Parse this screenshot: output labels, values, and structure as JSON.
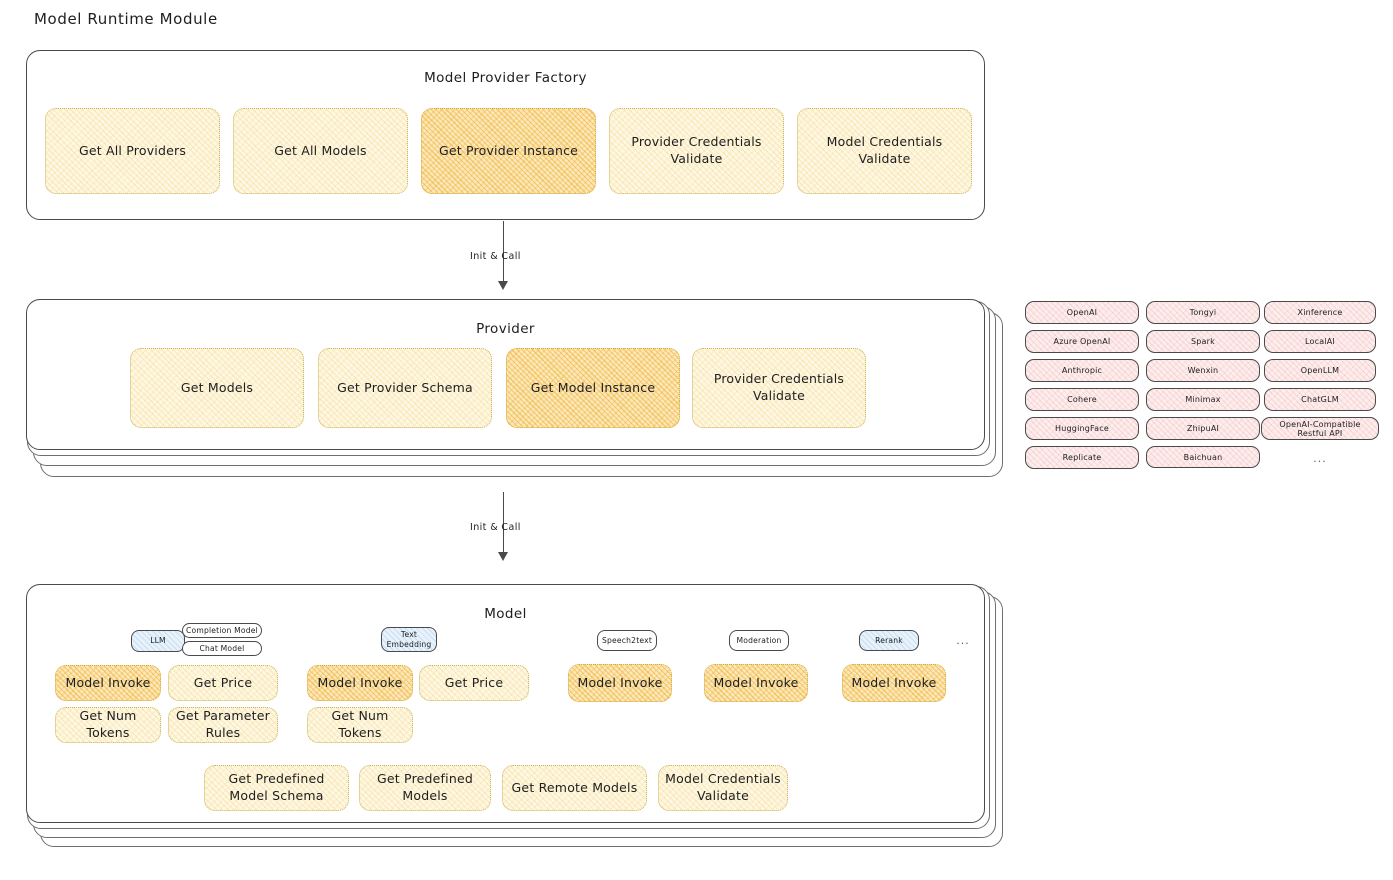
{
  "page": {
    "title": "Model Runtime Module"
  },
  "factory": {
    "title": "Model Provider Factory",
    "boxes": [
      {
        "label": "Get All Providers",
        "highlight": false
      },
      {
        "label": "Get All Models",
        "highlight": false
      },
      {
        "label": "Get Provider Instance",
        "highlight": true
      },
      {
        "label": "Provider Credentials Validate",
        "highlight": false
      },
      {
        "label": "Model Credentials Validate",
        "highlight": false
      }
    ]
  },
  "arrows": [
    {
      "label": "Init & Call"
    },
    {
      "label": "Init & Call"
    }
  ],
  "provider": {
    "title": "Provider",
    "boxes": [
      {
        "label": "Get Models",
        "highlight": false
      },
      {
        "label": "Get Provider Schema",
        "highlight": false
      },
      {
        "label": "Get Model Instance",
        "highlight": true
      },
      {
        "label": "Provider Credentials Validate",
        "highlight": false
      }
    ]
  },
  "provider_list": {
    "columns": [
      {
        "items": [
          "OpenAI",
          "Azure OpenAI",
          "Anthropic",
          "Cohere",
          "HuggingFace",
          "Replicate"
        ]
      },
      {
        "items": [
          "Tongyi",
          "Spark",
          "Wenxin",
          "Minimax",
          "ZhipuAI",
          "Baichuan"
        ]
      },
      {
        "items": [
          "Xinference",
          "LocalAI",
          "OpenLLM",
          "ChatGLM",
          "OpenAI-Compatible Restful API"
        ]
      }
    ],
    "more": "..."
  },
  "model": {
    "title": "Model",
    "more": "...",
    "types": [
      {
        "badge": "LLM",
        "badge_style": "blue",
        "sub_badges": [
          "Completion Model",
          "Chat Model"
        ],
        "methods": [
          {
            "label": "Model Invoke",
            "highlight": true
          },
          {
            "label": "Get Price",
            "highlight": false
          },
          {
            "label": "Get Num Tokens",
            "highlight": false
          },
          {
            "label": "Get Parameter Rules",
            "highlight": false
          }
        ]
      },
      {
        "badge": "Text Embedding",
        "badge_style": "blue",
        "sub_badges": [],
        "methods": [
          {
            "label": "Model Invoke",
            "highlight": true
          },
          {
            "label": "Get Price",
            "highlight": false
          },
          {
            "label": "Get Num Tokens",
            "highlight": false
          }
        ]
      },
      {
        "badge": "Speech2text",
        "badge_style": "white",
        "sub_badges": [],
        "methods": [
          {
            "label": "Model Invoke",
            "highlight": true
          }
        ]
      },
      {
        "badge": "Moderation",
        "badge_style": "white",
        "sub_badges": [],
        "methods": [
          {
            "label": "Model Invoke",
            "highlight": true
          }
        ]
      },
      {
        "badge": "Rerank",
        "badge_style": "blue",
        "sub_badges": [],
        "methods": [
          {
            "label": "Model Invoke",
            "highlight": true
          }
        ]
      }
    ],
    "common_methods": [
      {
        "label": "Get Predefined Model Schema"
      },
      {
        "label": "Get Predefined Models"
      },
      {
        "label": "Get Remote Models"
      },
      {
        "label": "Model Credentials Validate"
      }
    ]
  },
  "colors": {
    "accent_yellow": "#fdf7e3",
    "accent_yellow_strong": "#fbe8bd",
    "accent_pink": "#fdeeee",
    "accent_blue": "#e8f2fb",
    "stroke": "#4a4a4a"
  }
}
